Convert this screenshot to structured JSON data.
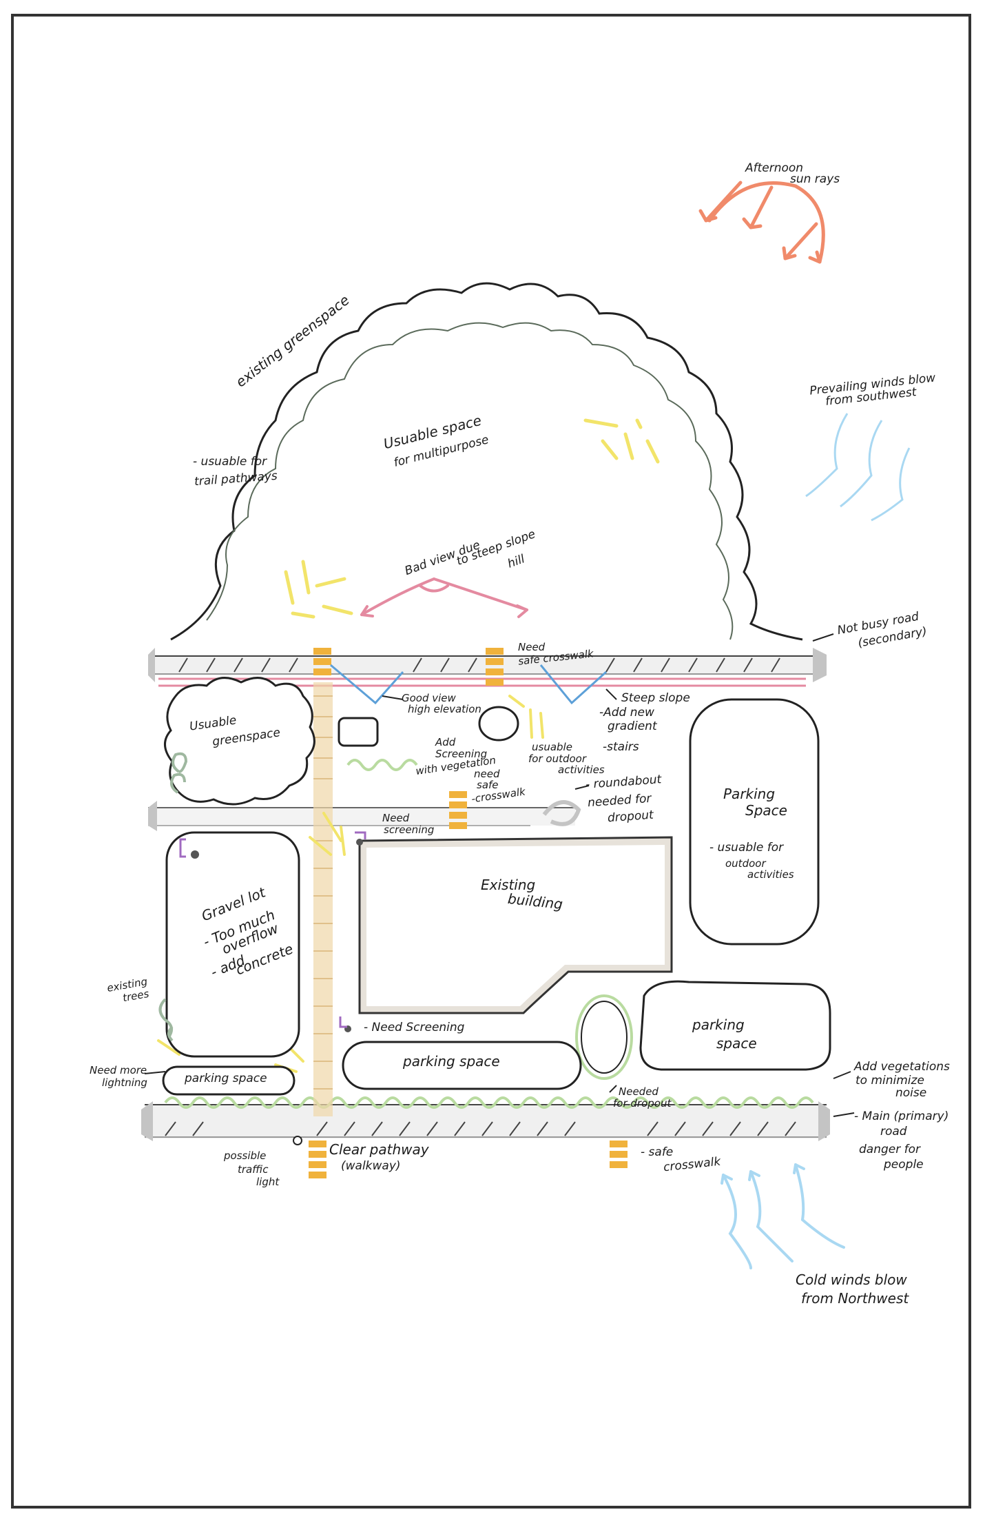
{
  "labels": {
    "afternoon_sun_1": "Afternoon",
    "afternoon_sun_2": "sun rays",
    "winds_sw_1": "Prevailing winds blow",
    "winds_sw_2": "from southwest",
    "existing_greenspace": "existing greenspace",
    "usable_trail_1": "- usuable for",
    "usable_trail_2": "trail pathways",
    "multipurpose_1": "Usuable space",
    "multipurpose_2": "for multipurpose",
    "bad_view_1": "Bad view due",
    "bad_view_2": "to steep slope",
    "bad_view_3": "hill",
    "not_busy_road_1": "Not busy road",
    "not_busy_road_2": "(secondary)",
    "need_safe_crosswalk_top_1": "Need",
    "need_safe_crosswalk_top_2": "safe crosswalk",
    "good_view_1": "Good view",
    "good_view_2": "high elevation",
    "steep_slope_1": "Steep slope",
    "steep_slope_2": "-Add new",
    "steep_slope_3": "gradient",
    "steep_slope_4": "-stairs",
    "usable_greenspace_1": "Usuable",
    "usable_greenspace_2": "greenspace",
    "add_screening_1": "Add",
    "add_screening_2": "Screening",
    "add_screening_3": "with vegetation",
    "usable_outdoor_1": "usuable",
    "usable_outdoor_2": "for outdoor",
    "usable_outdoor_3": "activities",
    "need_safe_crosswalk_mid_1": "need",
    "need_safe_crosswalk_mid_2": "safe",
    "need_safe_crosswalk_mid_3": "-crosswalk",
    "roundabout_1": "- roundabout",
    "roundabout_2": "needed for",
    "roundabout_3": "dropout",
    "need_screening_1": "Need",
    "need_screening_2": "screening",
    "parking_right_1": "Parking",
    "parking_right_2": "Space",
    "parking_right_3": "- usuable for",
    "parking_right_4": "outdoor",
    "parking_right_5": "activities",
    "gravel_lot_1": "Gravel lot",
    "gravel_lot_2": "- Too much",
    "gravel_lot_3": "overflow",
    "gravel_lot_4": "- add",
    "gravel_lot_5": "concrete",
    "existing_building_1": "Existing",
    "existing_building_2": "building",
    "existing_trees_1": "existing",
    "existing_trees_2": "trees",
    "need_screening_lower": "- Need Screening",
    "parking_space_mid": "parking space",
    "parking_space_right_1": "parking",
    "parking_space_right_2": "space",
    "need_lighting_1": "Need more",
    "need_lighting_2": "lightning",
    "parking_space_small": "parking space",
    "needed_dropout_1": "Needed",
    "needed_dropout_2": "for dropout",
    "add_vegetation_1": "Add vegetations",
    "add_vegetation_2": "to minimize",
    "add_vegetation_3": "noise",
    "main_road_1": "- Main (primary)",
    "main_road_2": "road",
    "main_road_3": "danger for",
    "main_road_4": "people",
    "traffic_light_1": "possible",
    "traffic_light_2": "traffic",
    "traffic_light_3": "light",
    "clear_pathway_1": "Clear pathway",
    "clear_pathway_2": "(walkway)",
    "safe_crosswalk_bottom_1": "- safe",
    "safe_crosswalk_bottom_2": "crosswalk",
    "cold_winds_1": "Cold winds blow",
    "cold_winds_2": "from Northwest"
  },
  "colors": {
    "ink": "#1c1c1c",
    "sun_orange": "#f08a6a",
    "sun_yellow": "#f2e46a",
    "wind_blue": "#a9d8f2",
    "view_pink": "#e48aa0",
    "view_blue": "#5da0d8",
    "crosswalk_orange": "#f0b23c",
    "path_tan": "#f0d7a8",
    "vegetation_green": "#b9dba0",
    "green_outline": "#9fb8a0",
    "road_grey": "#c4c4c4",
    "building_fill": "#d8d2c8",
    "screening_purple": "#a06ac0",
    "pathway_sand": "#e6d5b0"
  }
}
